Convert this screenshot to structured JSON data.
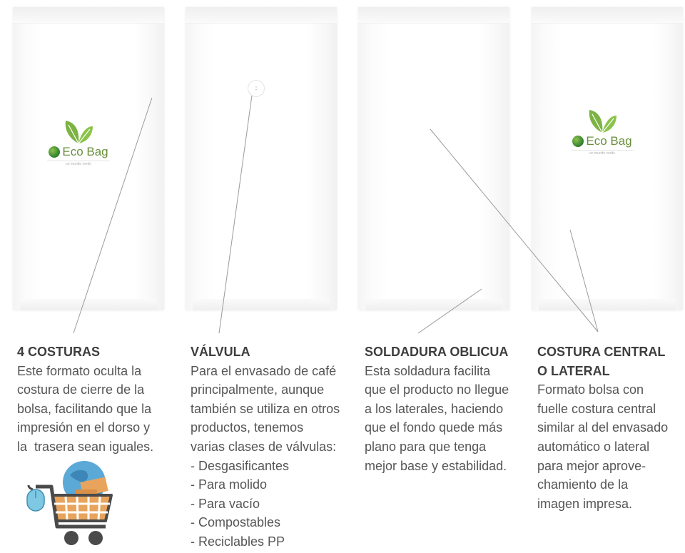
{
  "bags": [
    {
      "name": "bag-4-costuras",
      "logo": {
        "brand": "Eco Bag",
        "tagline": "un mundo verde"
      }
    },
    {
      "name": "bag-valvula",
      "valve_mark": ":"
    },
    {
      "name": "bag-soldadura-oblicua"
    },
    {
      "name": "bag-costura-central",
      "logo": {
        "brand": "Eco Bag",
        "tagline": "un mundo verde"
      }
    }
  ],
  "columns": [
    {
      "title": "4 COSTURAS",
      "lines": [
        "Este formato oculta la",
        "costura de cierre de la",
        "bolsa, facilitando que la",
        "impresión en el dorso y",
        "la  trasera sean iguales."
      ]
    },
    {
      "title": "VÁLVULA",
      "lines": [
        "Para el envasado de café",
        "principalmente, aunque",
        "también se utiliza en otros",
        "productos, tenemos",
        "varias clases de válvulas:",
        "- Desgasificantes",
        "- Para molido",
        "- Para vacío",
        "- Compostables",
        "- Reciclables PP"
      ]
    },
    {
      "title": "SOLDADURA OBLICUA",
      "lines": [
        "Esta soldadura facilita",
        "que el producto no llegue",
        "a los laterales, haciendo",
        "que el fondo quede más",
        "plano para que tenga",
        "mejor base y estabilidad."
      ]
    },
    {
      "title_lines": [
        "COSTURA CENTRAL",
        "O LATERAL"
      ],
      "lines": [
        "Formato bolsa con",
        "fuelle costura central",
        "similar al del envasado",
        "automático o lateral",
        "para mejor aprove-",
        "chamiento de la",
        "imagen impresa."
      ]
    }
  ],
  "icons": {
    "cart": "shopping-cart-icon",
    "mouse": "computer-mouse-icon",
    "globe": "globe-icon",
    "leaf": "leaf-icon"
  },
  "colors": {
    "text": "#555555",
    "title": "#3e3e3e",
    "brand_green": "#6a8f3c",
    "leaf_green": "#7cb342",
    "cart_dark": "#4a4a4a",
    "cart_box": "#e8a45c",
    "mouse_blue": "#7ec8e3",
    "globe_blue": "#5aa9d6"
  }
}
